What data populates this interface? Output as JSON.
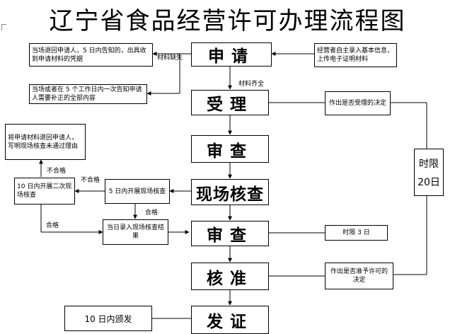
{
  "title": "辽宁省食品经营许可办理流程图",
  "main_steps": {
    "apply": "申请",
    "accept": "受理",
    "review1": "审查",
    "site_check": "现场核查",
    "review2": "审查",
    "approve": "核准",
    "issue": "发证"
  },
  "notes": {
    "reject_receipt": "当场退回申请人，5 日内告知的，出具收到申请材料的凭据",
    "correction_notice": "当场或者在 5 个工作日内一次告知申请人需要补正的全部内容",
    "applicant_input": "经营者自主录入基本信息，上传电子证明材料",
    "accept_decision": "作出是否受理的决定",
    "return_materials": "将申请材料退回申请人，写明现场核查未通过理由",
    "second_check": "10 日内开展二次现场核查",
    "first_check": "5 日内开展现场核查",
    "same_day_entry": "当日录入现场核查结果",
    "time_limit_3": "时限 3 日",
    "permit_decision": "作出是否准予许可的决定",
    "issue_within": "10 日内颁发"
  },
  "time_limit": {
    "label": "时限",
    "days": "20日"
  },
  "edge_labels": {
    "materials_missing": "材料缺失",
    "materials_complete": "材料齐全",
    "fail_a": "不合格",
    "fail_b": "不合格",
    "pass_a": "合格",
    "pass_b": "合格"
  }
}
